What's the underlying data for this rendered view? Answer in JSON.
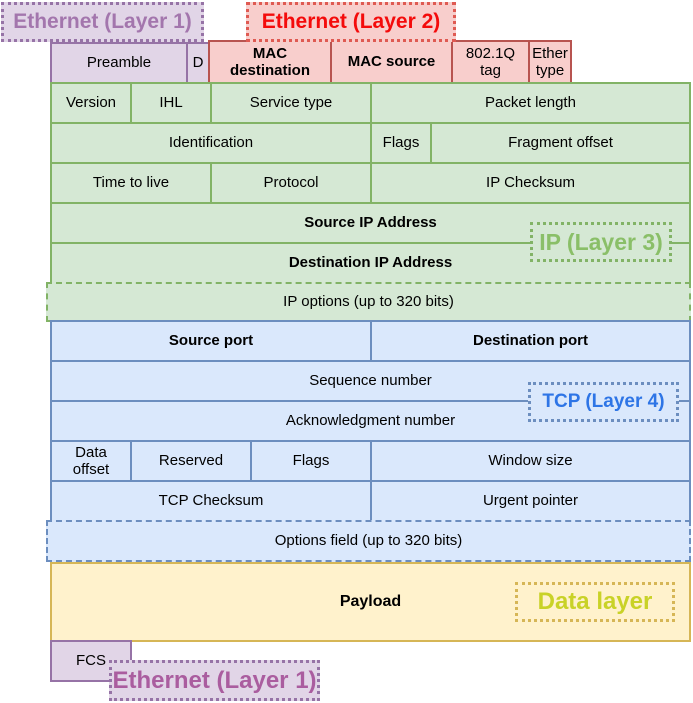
{
  "labels": {
    "ethernet_layer1_top": "Ethernet (Layer 1)",
    "ethernet_layer2": "Ethernet (Layer 2)",
    "ip_layer3": "IP (Layer 3)",
    "tcp_layer4": "TCP (Layer 4)",
    "data_layer": "Data layer",
    "ethernet_layer1_bottom": "Ethernet (Layer 1)"
  },
  "ethernet_header": {
    "preamble": "Preamble",
    "sfd": "D",
    "mac_destination": "MAC destination",
    "mac_source": "MAC source",
    "dot1q_tag": "802.1Q tag",
    "ether_type": "Ether type",
    "fcs": "FCS"
  },
  "ip_header": {
    "version": "Version",
    "ihl": "IHL",
    "service_type": "Service type",
    "packet_length": "Packet length",
    "identification": "Identification",
    "flags": "Flags",
    "fragment_offset": "Fragment offset",
    "time_to_live": "Time to live",
    "protocol": "Protocol",
    "checksum": "IP Checksum",
    "source_address": "Source IP Address",
    "destination_address": "Destination IP Address",
    "options": "IP options (up to 320 bits)"
  },
  "tcp_header": {
    "source_port": "Source port",
    "destination_port": "Destination port",
    "sequence_number": "Sequence number",
    "acknowledgment_number": "Acknowledgment number",
    "data_offset": "Data offset",
    "reserved": "Reserved",
    "flags": "Flags",
    "window_size": "Window size",
    "checksum": "TCP Checksum",
    "urgent_pointer": "Urgent pointer",
    "options": "Options field (up to 320 bits)"
  },
  "payload": "Payload",
  "colors": {
    "purple_fill": "#e1d5e7",
    "purple_stroke": "#9673a6",
    "red_fill": "#f8cecc",
    "red_stroke": "#b85450",
    "green_fill": "#d5e8d4",
    "green_stroke": "#82b366",
    "blue_fill": "#dae8fc",
    "blue_stroke": "#6c8ebf",
    "yellow_fill": "#fff2cc",
    "yellow_stroke": "#d6b656",
    "eth1_top_text": "#a376ad",
    "eth2_text": "#f40b0b",
    "eth2_border": "#df5a52",
    "ip3_text": "#8abf68",
    "tcp4_text": "#2e75e6",
    "data_layer_text": "#c9d227",
    "eth1_bottom_text": "#aa5d9f"
  }
}
